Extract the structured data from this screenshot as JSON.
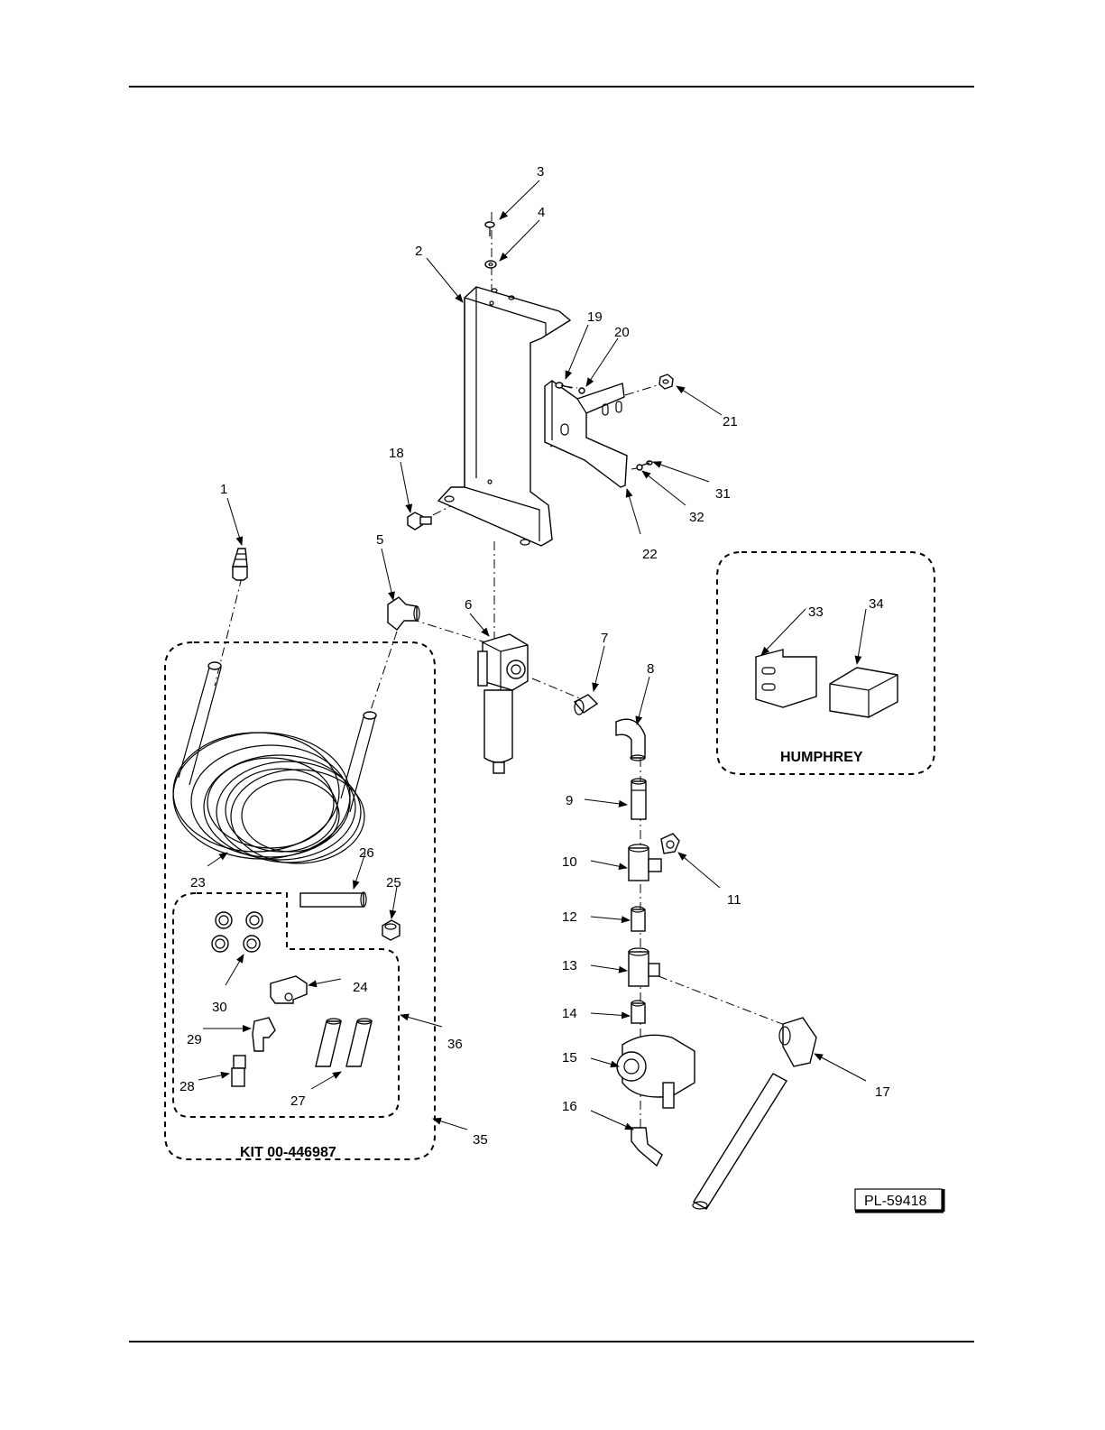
{
  "callouts": {
    "c1": "1",
    "c2": "2",
    "c3": "3",
    "c4": "4",
    "c5": "5",
    "c6": "6",
    "c7": "7",
    "c8": "8",
    "c9": "9",
    "c10": "10",
    "c11": "11",
    "c12": "12",
    "c13": "13",
    "c14": "14",
    "c15": "15",
    "c16": "16",
    "c17": "17",
    "c18": "18",
    "c19": "19",
    "c20": "20",
    "c21": "21",
    "c22": "22",
    "c23": "23",
    "c24": "24",
    "c25": "25",
    "c26": "26",
    "c27": "27",
    "c28": "28",
    "c29": "29",
    "c30": "30",
    "c31": "31",
    "c32": "32",
    "c33": "33",
    "c34": "34",
    "c35": "35",
    "c36": "36"
  },
  "labels": {
    "humphrey": "HUMPHREY",
    "kit": "KIT 00-446987",
    "plate_ref": "PL-59418"
  }
}
